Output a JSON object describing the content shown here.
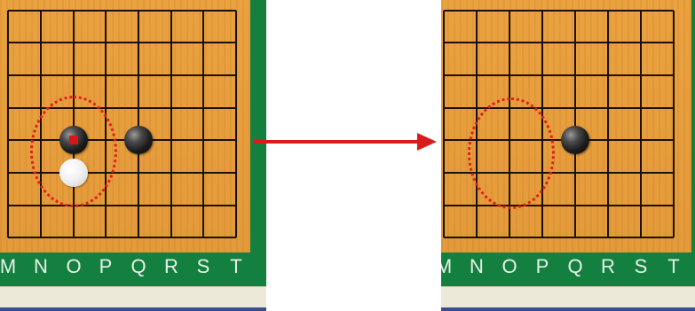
{
  "left_panel": {
    "column_labels": [
      "M",
      "N",
      "O",
      "P",
      "Q",
      "R",
      "S",
      "T"
    ],
    "stones": [
      {
        "color": "black",
        "col": "O",
        "row_index": 4,
        "last_move": true
      },
      {
        "color": "black",
        "col": "Q",
        "row_index": 4,
        "last_move": false
      },
      {
        "color": "white",
        "col": "O",
        "row_index": 5,
        "last_move": false
      }
    ]
  },
  "right_panel": {
    "column_labels": [
      "M",
      "N",
      "O",
      "P",
      "Q",
      "R",
      "S",
      "T"
    ],
    "stones": [
      {
        "color": "black",
        "col": "Q",
        "row_index": 4,
        "last_move": false
      }
    ]
  },
  "colors": {
    "board": "#e49a3a",
    "frame_green": "#14803f",
    "highlight": "#e0201c",
    "arrow": "#d81c1c"
  },
  "icons": {
    "arrow": "arrow-right-icon",
    "last_move_marker": "square-marker-icon"
  }
}
